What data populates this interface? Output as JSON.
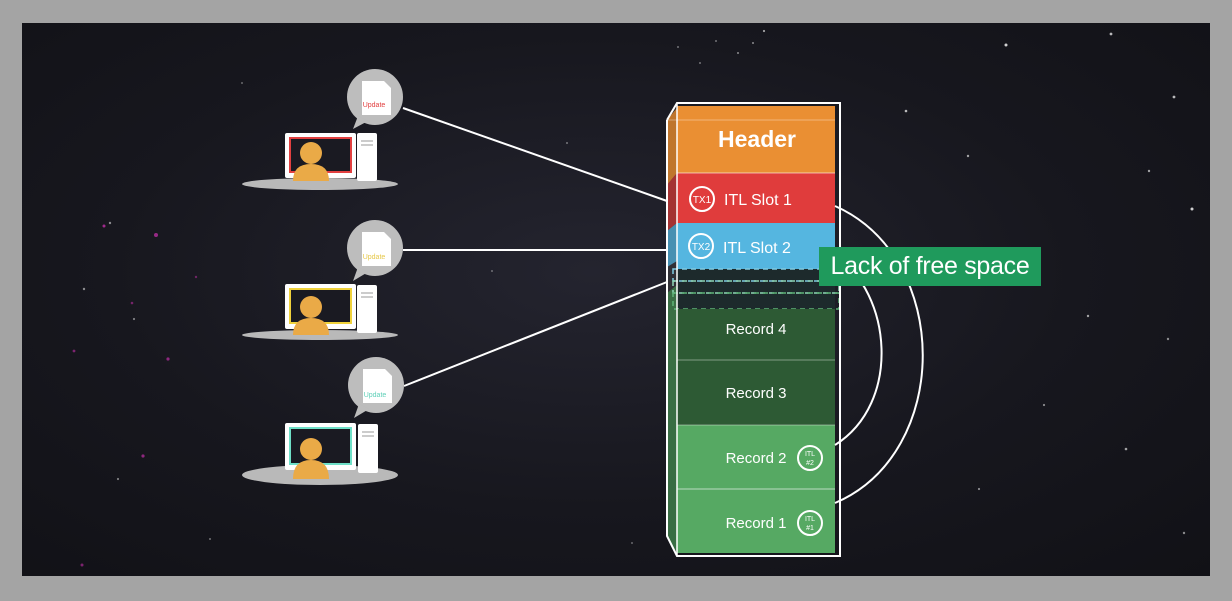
{
  "clients": [
    {
      "bubble_label": "Update",
      "accent": "#e24040"
    },
    {
      "bubble_label": "Update",
      "accent": "#f0d23c"
    },
    {
      "bubble_label": "Update",
      "accent": "#6fe0c8"
    }
  ],
  "block": {
    "header": {
      "label": "Header",
      "color": "#ea8f33"
    },
    "itl_slots": [
      {
        "badge": "TX1",
        "label": "ITL Slot 1",
        "color": "#e03c3c"
      },
      {
        "badge": "TX2",
        "label": "ITL Slot 2",
        "color": "#55b6e0"
      }
    ],
    "records": [
      {
        "label": "Record 4",
        "color": "#2d5a34",
        "badge": ""
      },
      {
        "label": "Record 3",
        "color": "#2d5a34",
        "badge": ""
      },
      {
        "label": "Record 2",
        "color": "#56a963",
        "badge_top": "ITL",
        "badge_bottom": "#2"
      },
      {
        "label": "Record 1",
        "color": "#56a963",
        "badge_top": "ITL",
        "badge_bottom": "#1"
      }
    ]
  },
  "callout": {
    "text": "Lack of free space",
    "color": "#1f9a5c"
  }
}
